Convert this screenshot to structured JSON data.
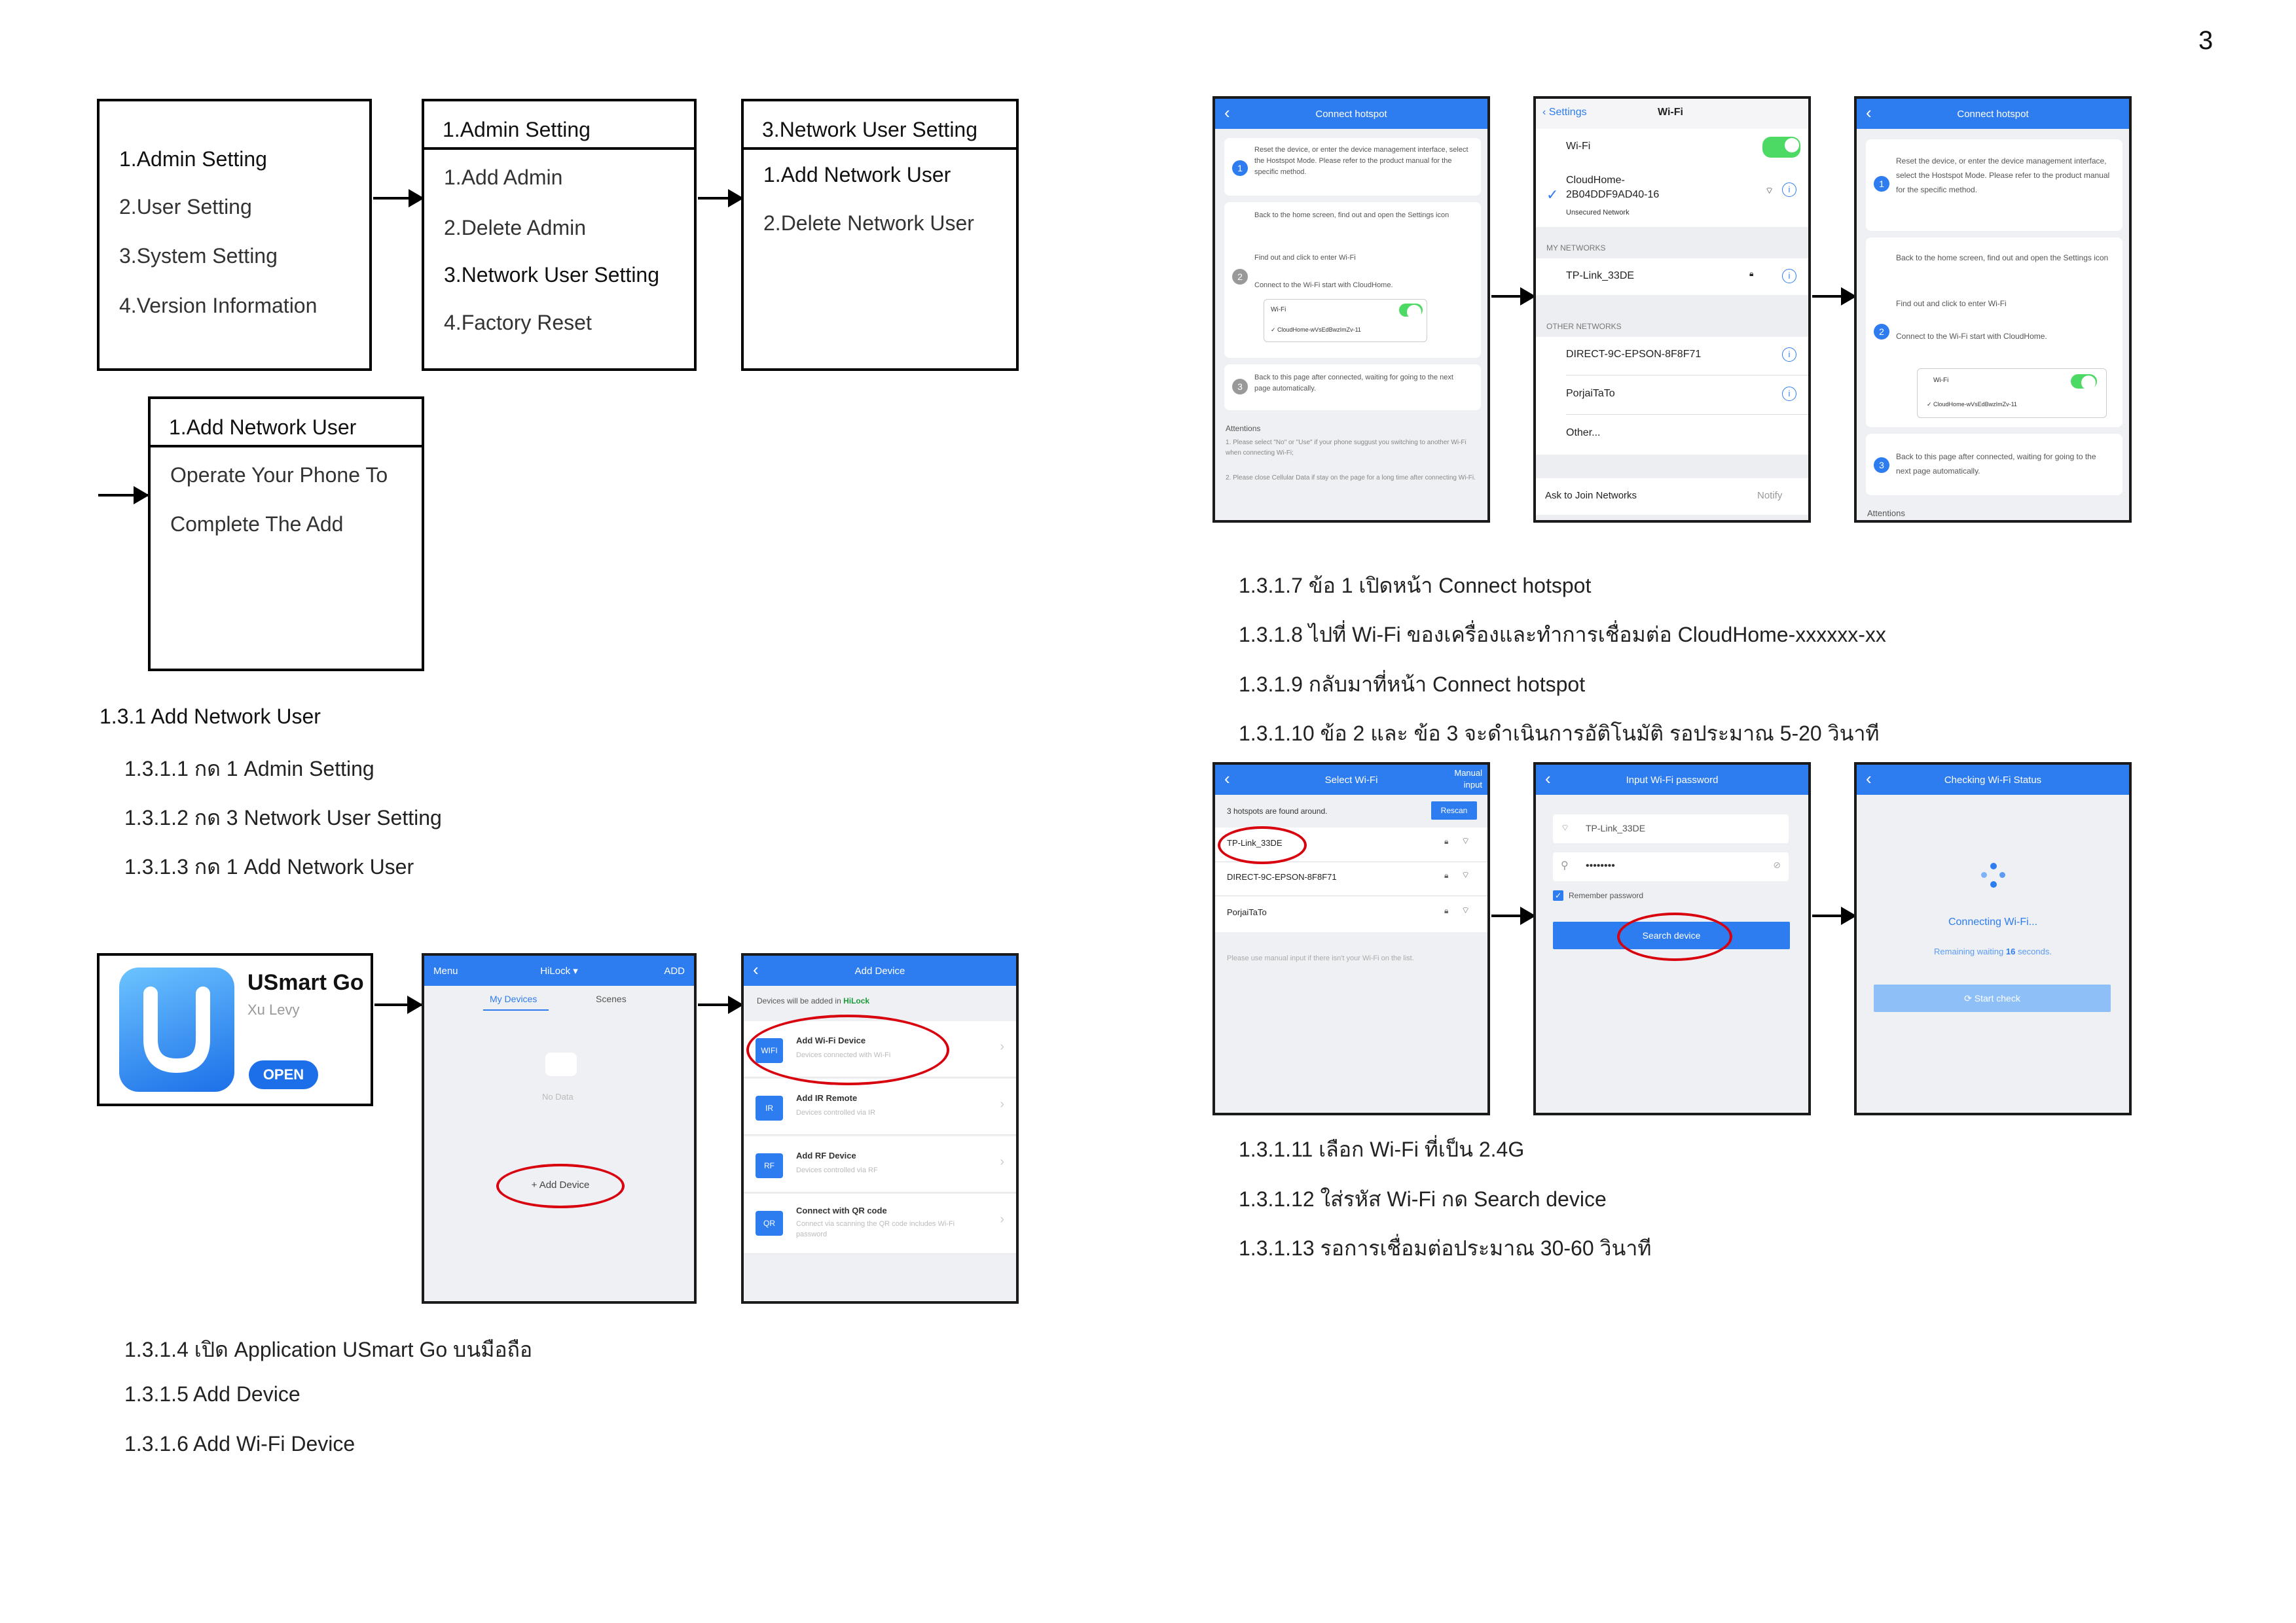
{
  "page_number": "3",
  "menus": {
    "box1": {
      "items": [
        "1.Admin Setting",
        "2.User Setting",
        "3.System Setting",
        "4.Version Information"
      ]
    },
    "box2": {
      "header": "1.Admin Setting",
      "items": [
        "1.Add Admin",
        "2.Delete Admin",
        "3.Network User Setting",
        "4.Factory Reset"
      ]
    },
    "box3": {
      "header": "3.Network User Setting",
      "items": [
        "1.Add Network User",
        "2.Delete Network User"
      ]
    },
    "box4": {
      "header": "1.Add Network User",
      "items": [
        "Operate Your Phone To",
        "Complete The Add"
      ]
    }
  },
  "section": {
    "title": "1.3.1 Add Network User",
    "steps_a": [
      "1.3.1.1 กด 1 Admin Setting",
      "1.3.1.2 กด 3 Network User Setting",
      "1.3.1.3 กด 1 Add Network User"
    ],
    "steps_b": [
      "1.3.1.4 เปิด Application USmart Go บนมือถือ",
      "1.3.1.5 Add Device",
      "1.3.1.6 Add Wi-Fi Device"
    ],
    "steps_c": [
      "1.3.1.7 ข้อ 1 เปิดหน้า Connect hotspot",
      "1.3.1.8 ไปที่ Wi-Fi ของเครื่องและทำการเชื่อมต่อ CloudHome-xxxxxx-xx",
      "1.3.1.9 กลับมาที่หน้า Connect hotspot",
      "1.3.1.10 ข้อ 2 และ ข้อ 3 จะดำเนินการอัติโนมัติ รอประมาณ 5-20 วินาที"
    ],
    "steps_d": [
      "1.3.1.11 เลือก Wi-Fi ที่เป็น 2.4G",
      "1.3.1.12 ใส่รหัส Wi-Fi กด Search device",
      "1.3.1.13 รอการเชื่อมต่อประมาณ 30-60 วินาที"
    ]
  },
  "app_store": {
    "name": "USmart Go",
    "developer": "Xu Levy",
    "open_label": "OPEN"
  },
  "home_screen": {
    "menu": "Menu",
    "home": "HiLock",
    "add": "ADD",
    "tab1": "My Devices",
    "tab2": "Scenes",
    "empty": "No Data",
    "add_device": "+ Add Device"
  },
  "add_device_screen": {
    "title": "Add Device",
    "notice": "Devices will be added in",
    "home": "HiLock",
    "rows": [
      {
        "badge": "WIFI",
        "title": "Add Wi-Fi Device",
        "sub": "Devices connected with Wi-Fi"
      },
      {
        "badge": "IR",
        "title": "Add IR Remote",
        "sub": "Devices controlled via IR"
      },
      {
        "badge": "RF",
        "title": "Add RF Device",
        "sub": "Devices controlled via RF"
      },
      {
        "badge": "QR",
        "title": "Connect with QR code",
        "sub": "Connect via scanning the QR code includes Wi-Fi password"
      }
    ]
  },
  "hotspot1": {
    "title": "Connect hotspot",
    "step1": "Reset the device, or enter the device management interface, select the Hostspot Mode. Please refer to the product manual for the specific method.",
    "step2a": "Back to the home screen, find out and open the Settings icon",
    "step2b": "Find out and click to enter Wi-Fi",
    "step2c": "Connect to the Wi-Fi start with CloudHome.",
    "mini_wifi": "Wi-Fi",
    "mini_net": "CloudHome-wVsEdBwzImZv-11",
    "step3": "Back to this page after connected, waiting for going to the next page automatically.",
    "attentions": "Attentions",
    "att1": "1. Please select \"No\" or \"Use\" if your phone suggust you switching to another Wi-Fi when connecting Wi-Fi;",
    "att2": "2. Please close Cellular Data if stay on the page for a long time after connecting Wi-Fi."
  },
  "wifi_settings": {
    "back": "Settings",
    "title": "Wi-Fi",
    "wifi_label": "Wi-Fi",
    "connected": "CloudHome-2B04DDF9AD40-16",
    "connected_sub": "Unsecured Network",
    "my_networks": "MY NETWORKS",
    "net1": "TP-Link_33DE",
    "other_networks": "OTHER NETWORKS",
    "net2": "DIRECT-9C-EPSON-8F8F71",
    "net3": "PorjaiTaTo",
    "other": "Other...",
    "ask": "Ask to Join Networks",
    "notify": "Notify"
  },
  "hotspot2": {
    "title": "Connect hotspot",
    "step1": "Reset the device, or enter the device management interface, select the Hostspot Mode. Please refer to the product manual for the specific method.",
    "step2a": "Back to the home screen, find out and open the Settings icon",
    "step2b": "Find out and click to enter Wi-Fi",
    "step2c": "Connect to the Wi-Fi start with CloudHome.",
    "mini_wifi": "Wi-Fi",
    "mini_net": "CloudHome-wVsEdBwzImZv-11",
    "step3": "Back to this page after connected, waiting for going to the next page automatically.",
    "attentions": "Attentions"
  },
  "select_wifi": {
    "title": "Select Wi-Fi",
    "manual": "Manual input",
    "found": "3 hotspots are found around.",
    "rescan": "Rescan",
    "nets": [
      "TP-Link_33DE",
      "DIRECT-9C-EPSON-8F8F71",
      "PorjaiTaTo"
    ],
    "hint": "Please use manual input if there isn't your Wi-Fi on the list."
  },
  "input_password": {
    "title": "Input Wi-Fi password",
    "ssid": "TP-Link_33DE",
    "password": "••••••••",
    "remember": "Remember password",
    "button": "Search device"
  },
  "checking": {
    "title": "Checking Wi-Fi Status",
    "connecting": "Connecting Wi-Fi...",
    "remaining_pre": "Remaining waiting ",
    "seconds": "16",
    "remaining_post": " seconds.",
    "button": "Start check"
  }
}
